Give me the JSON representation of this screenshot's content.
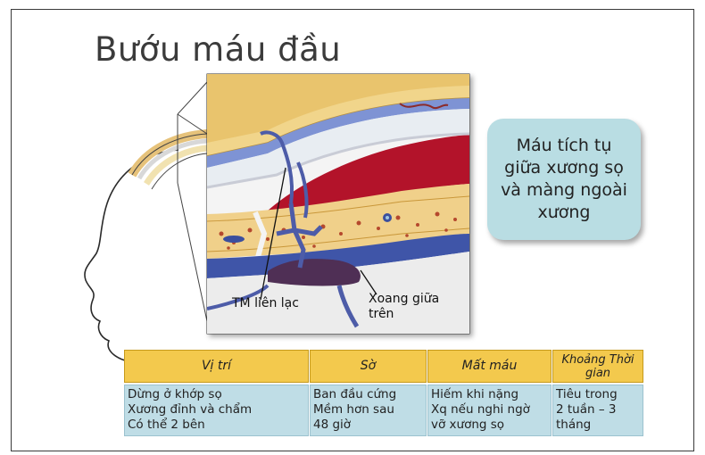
{
  "title": "Bướu máu đầu",
  "callout": "Máu tích tụ giữa xương sọ và màng ngoài xương",
  "labels": {
    "vein": "TM liên lạc",
    "sinus_line1": "Xoang giữa",
    "sinus_line2": "trên"
  },
  "table": {
    "headers": [
      "Vị trí",
      "Sờ",
      "Mất máu",
      "Khoảng Thời gian"
    ],
    "columns": [
      [
        "Dừng ở khớp sọ",
        "Xương đỉnh và chẩm",
        "Có thể 2 bên"
      ],
      [
        "Ban đầu cứng",
        "Mềm hơn sau",
        "48 giờ"
      ],
      [
        "Hiếm khi nặng",
        "Xq nếu nghi ngờ",
        "vỡ xương sọ"
      ],
      [
        "Tiêu trong",
        "2 tuần – 3",
        "tháng"
      ]
    ]
  },
  "colors": {
    "header_fill": "#f3c94d",
    "body_fill": "#bfdde6",
    "callout_fill": "#b9dde3",
    "hematoma_red": "#b3132a",
    "skin_yellow": "#f1d58b"
  }
}
